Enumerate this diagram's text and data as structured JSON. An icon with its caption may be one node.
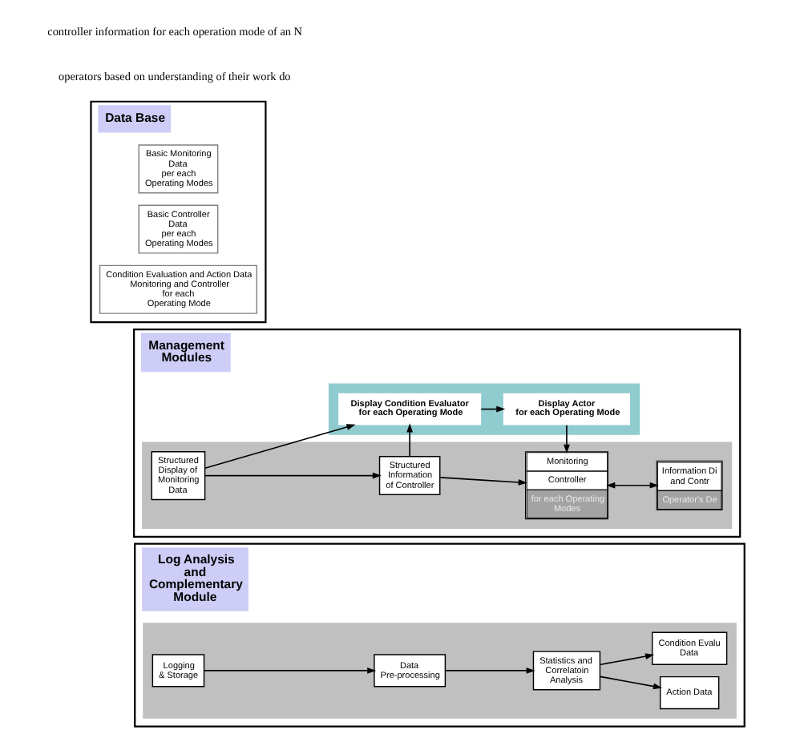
{
  "diagram": {
    "nodes": [
      {
        "text": [
          "Data Base"
        ]
      },
      {
        "text": [
          "Basic Monitoring Data per each Operating Modes"
        ],
        "in": 0
      },
      {
        "text": [
          "Basic Controller Data per each Operating Modes"
        ],
        "in": 0
      },
      {
        "text": [
          "Condition Evaluation and Action Data Monitoring and Controller for each Operating Mode"
        ],
        "in": 0
      },
      {
        "text": [
          "Management Modules"
        ]
      },
      {
        "text": [],
        "shape": "box",
        "in": 4
      },
      {
        "text": [
          "Structured Display of Monitoring Data"
        ],
        "in": 5
      },
      {
        "text": [
          "Structured Information of Controller"
        ],
        "in": 5
      },
      {
        "text": [
          "Monitoring",
          "Controller",
          "for each Operating Modes"
        ],
        "in": 5
      },
      {
        "text": [
          "Information Di and Contr",
          "Operator's De"
        ],
        "in": 5
      },
      {
        "text": [],
        "shape": "box",
        "in": 4
      },
      {
        "text": [
          "Display Condition Evaluator for each Operating Mode"
        ],
        "in": 10
      },
      {
        "text": [
          "Display Actor for each Operating Mode"
        ],
        "in": 10
      },
      {
        "text": [
          "Log Analysis and Complementary Module"
        ]
      },
      {
        "text": [],
        "shape": "box",
        "in": 13
      },
      {
        "text": [
          "Logging & Storage"
        ],
        "in": 14
      },
      {
        "text": [
          "Data Pre-processing"
        ],
        "in": 14
      },
      {
        "text": [
          "Statistics and Correlatoin Analysis"
        ],
        "in": 14
      },
      {
        "text": [
          "Condition Evalu Data"
        ],
        "in": 14
      },
      {
        "text": [
          "Action Data"
        ],
        "in": 14
      }
    ],
    "edges": [
      {
        "from": 6,
        "to": 7,
        "arrow": "to"
      },
      {
        "from": 7,
        "to": 8,
        "arrow": "to"
      },
      {
        "from": 8,
        "to": 9,
        "arrow": "both"
      },
      {
        "from": 6,
        "to": 11,
        "arrow": "to"
      },
      {
        "from": 7,
        "to": 11,
        "arrow": "to"
      },
      {
        "from": 11,
        "to": 12,
        "arrow": "to"
      },
      {
        "from": 12,
        "to": 8,
        "arrow": "to"
      },
      {
        "from": 15,
        "to": 16,
        "arrow": "to"
      },
      {
        "from": 16,
        "to": 17,
        "arrow": "to"
      },
      {
        "from": 17,
        "to": 18,
        "arrow": "to"
      },
      {
        "from": 17,
        "to": 19,
        "arrow": "to"
      }
    ],
    "labels": [
      "controller information for each operation mode of an N",
      "operators based on understanding of their work do"
    ]
  }
}
